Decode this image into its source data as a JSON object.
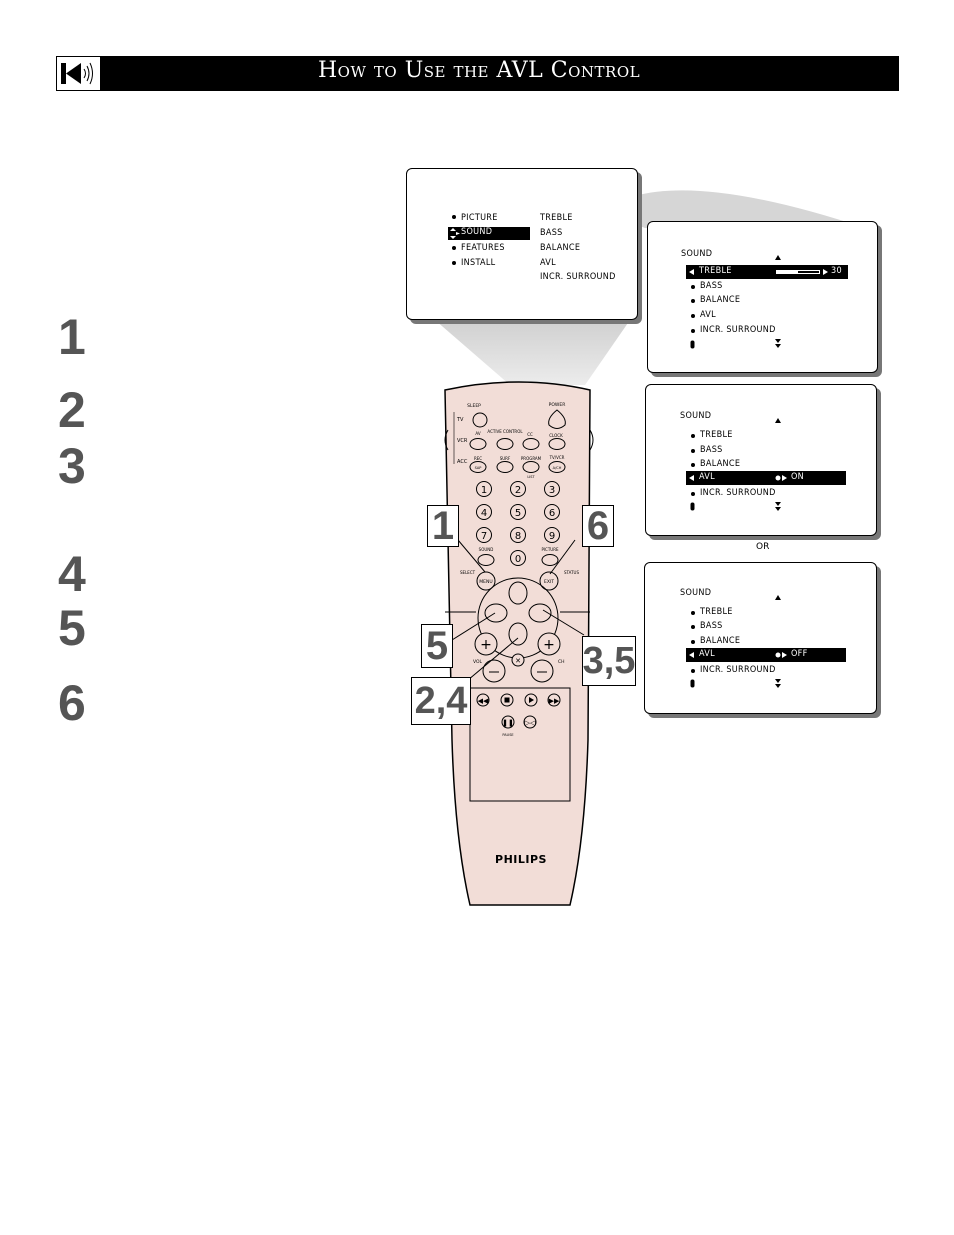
{
  "header": {
    "title": "How to Use the AVL Control",
    "icon": "speaker-icon"
  },
  "steps": [
    "1",
    "2",
    "3",
    "4",
    "5",
    "6"
  ],
  "main_menu": {
    "left_items": [
      "PICTURE",
      "SOUND",
      "FEATURES",
      "INSTALL"
    ],
    "right_items": [
      "TREBLE",
      "BASS",
      "BALANCE",
      "AVL",
      "INCR. SURROUND"
    ]
  },
  "sound_menus": [
    {
      "title": "SOUND",
      "items": [
        "TREBLE",
        "BASS",
        "BALANCE",
        "AVL",
        "INCR. SURROUND"
      ],
      "highlighted": "TREBLE",
      "value": "30",
      "treble_level": 0.5
    },
    {
      "title": "SOUND",
      "items": [
        "TREBLE",
        "BASS",
        "BALANCE",
        "AVL",
        "INCR. SURROUND"
      ],
      "highlighted": "AVL",
      "value": "ON"
    },
    {
      "title": "SOUND",
      "items": [
        "TREBLE",
        "BASS",
        "BALANCE",
        "AVL",
        "INCR. SURROUND"
      ],
      "highlighted": "AVL",
      "value": "OFF"
    }
  ],
  "or_label": "OR",
  "remote": {
    "brand": "PHILIPS",
    "side_labels": [
      "TV",
      "VCR",
      "ACC"
    ],
    "top_buttons": [
      "SLEEP",
      "POWER"
    ],
    "row_buttons": [
      "AV",
      "ACTIVE CONTROL",
      "CC",
      "CLOCK"
    ],
    "row2_buttons": [
      "REC",
      "SAP",
      "SURF",
      "PROGRAM",
      "LIST",
      "TV/VCR",
      "A/CH"
    ],
    "digits": [
      "1",
      "2",
      "3",
      "4",
      "5",
      "6",
      "7",
      "8",
      "9",
      "0"
    ],
    "small_labels": [
      "SOUND",
      "PICTURE",
      "SELECT",
      "STATUS",
      "MENU",
      "EXIT",
      "VOL",
      "CH",
      "PAUSE"
    ]
  },
  "callouts": [
    "1",
    "6",
    "5",
    "3,5",
    "2,4"
  ]
}
